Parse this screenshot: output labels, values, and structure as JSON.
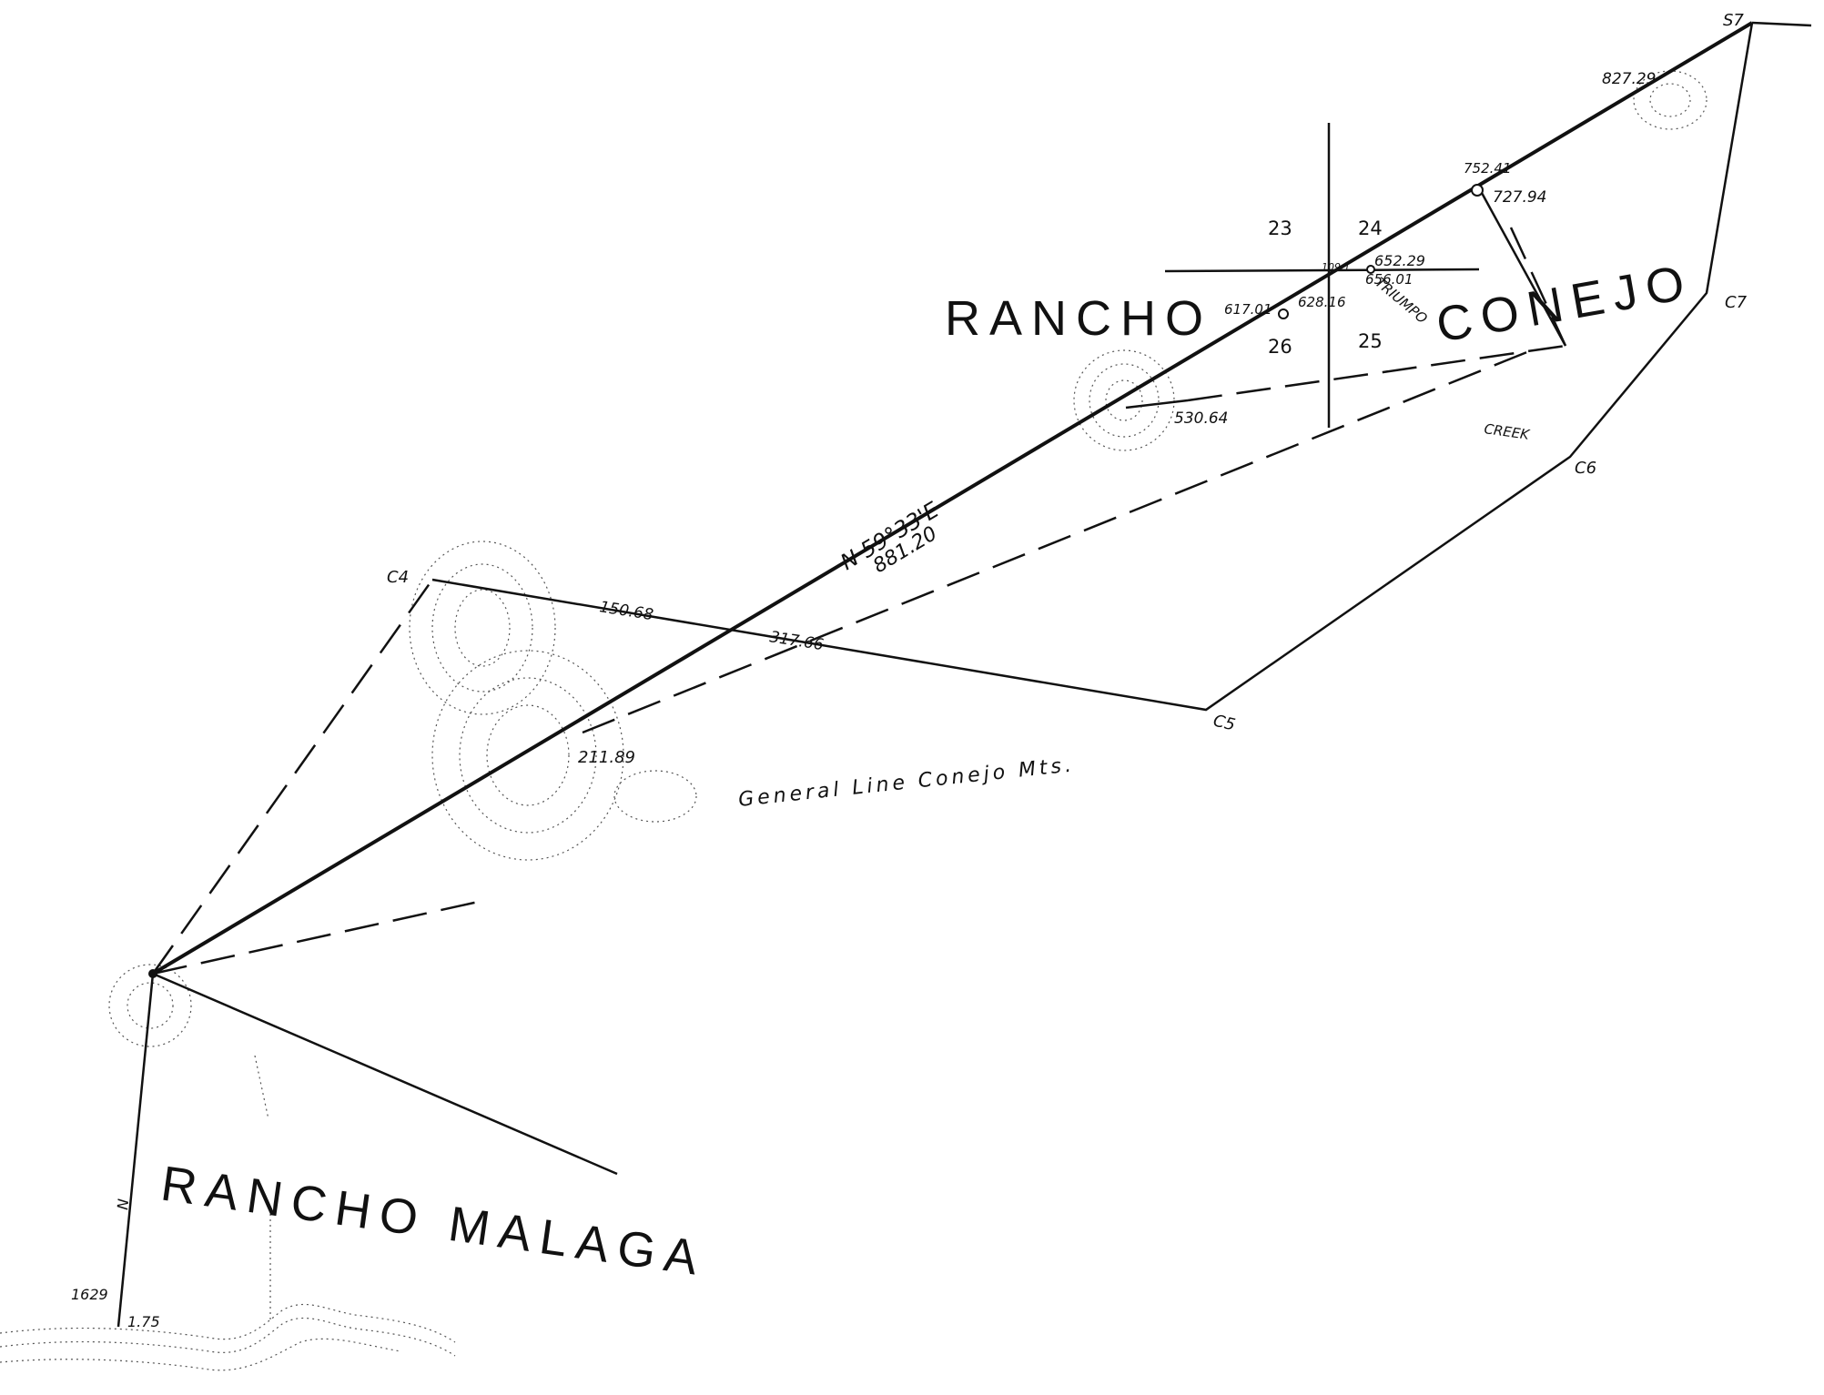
{
  "labels": {
    "rancho_conejo_a": "RANCHO",
    "rancho_conejo_b": "CONEJO",
    "rancho_malaga": "RANCHO MALAGA",
    "general_line": "General Line Conejo Mts.",
    "creek": "CREEK",
    "triumpo": "TRIUMPO",
    "north": "N"
  },
  "bearing": {
    "direction": "N 59°33'E",
    "distance": "881.20"
  },
  "corners": {
    "c4": "C4",
    "c5": "C5",
    "c6": "C6",
    "c7": "C7",
    "s7": "S7"
  },
  "sections": [
    "23",
    "24",
    "26",
    "25"
  ],
  "distances": {
    "d827": "827.29",
    "d752": "752.41",
    "d727": "727.94",
    "d652": "652.29",
    "d656": "656.01",
    "d617": "617.01",
    "d628": "628.16",
    "d530": "530.64",
    "d150": "150.68",
    "d317": "317.66",
    "d211": "211.89",
    "d1629": "1629",
    "d175": "1.75",
    "d1090": "109.1"
  }
}
